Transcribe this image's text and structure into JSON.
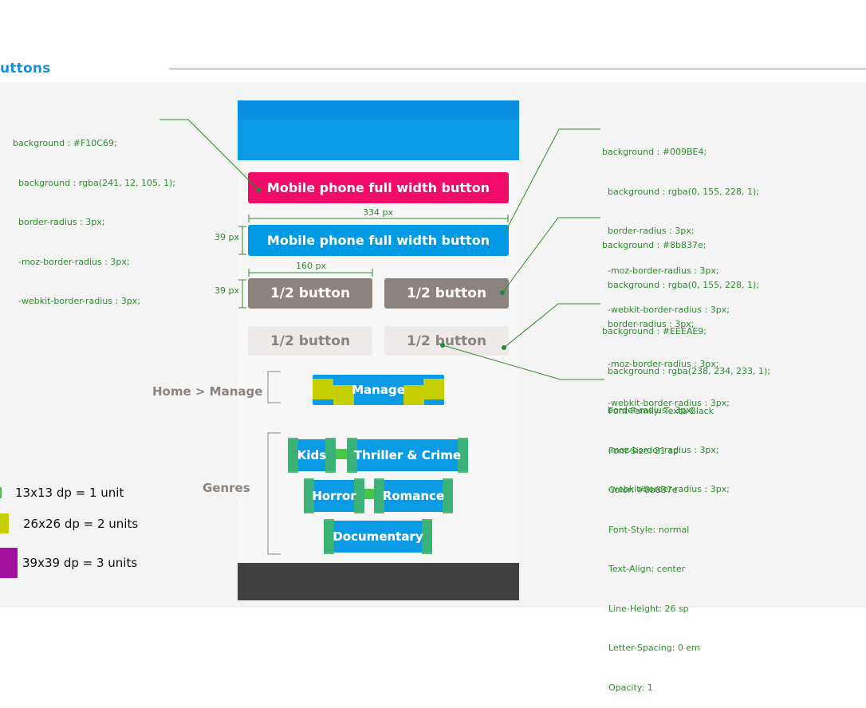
{
  "header": {
    "section_title": "uttons"
  },
  "buttons": {
    "full_width_pink": "Mobile phone full width button",
    "full_width_blue": "Mobile phone full width button",
    "half_1": "1/2 button",
    "half_2": "1/2 button",
    "half_3": "1/2 button",
    "half_4": "1/2 button"
  },
  "dimensions": {
    "width_full": "334 px",
    "width_half": "160 px",
    "height_full": "39 px",
    "height_half": "39 px"
  },
  "breadcrumb": {
    "label": "Home > Manage",
    "tag": "Manage"
  },
  "genres": {
    "label": "Genres",
    "tags": [
      "Kids",
      "Thriller & Crime",
      "Horror",
      "Romance",
      "Documentary"
    ]
  },
  "specs": {
    "pink": [
      "background : #F10C69;",
      "  background : rgba(241, 12, 105, 1);",
      "  border-radius : 3px;",
      "  -moz-border-radius : 3px;",
      "  -webkit-border-radius : 3px;"
    ],
    "blue": [
      "background : #009BE4;",
      "  background : rgba(0, 155, 228, 1);",
      "  border-radius : 3px;",
      "  -moz-border-radius : 3px;",
      "  -webkit-border-radius : 3px;"
    ],
    "gray": [
      "background : #8b837e;",
      "  background : rgba(0, 155, 228, 1);",
      "  border-radius : 3px;",
      "  -moz-border-radius : 3px;",
      "  -webkit-border-radius : 3px;"
    ],
    "light": [
      "background : #EEEAE9;",
      "  background : rgba(238, 234, 233, 1);",
      "  border-radius : 3px;",
      "  -moz-border-radius : 3px;",
      "  -webkit-border-radius : 3px;"
    ],
    "font": [
      "Font-Family: Texta-Black",
      "Font-Size: 21 sp",
      "Color: #8b837e",
      "Font-Style: normal",
      "Text-Align: center",
      "Line-Height: 26 sp",
      "Letter-Spacing: 0 em",
      "Opacity: 1"
    ]
  },
  "legend": [
    {
      "text": "13x13 dp = 1 unit",
      "color": "#44c940"
    },
    {
      "text": "26x26 dp = 2 units",
      "color": "#c5cf00"
    },
    {
      "text": "39x39 dp = 3 units",
      "color": "#a0109c"
    }
  ],
  "colors": {
    "pink": "#F10C69",
    "blue": "#009BE4",
    "gray": "#8b837e",
    "light": "#EEEAE9",
    "annotation": "#2e8b2e"
  }
}
